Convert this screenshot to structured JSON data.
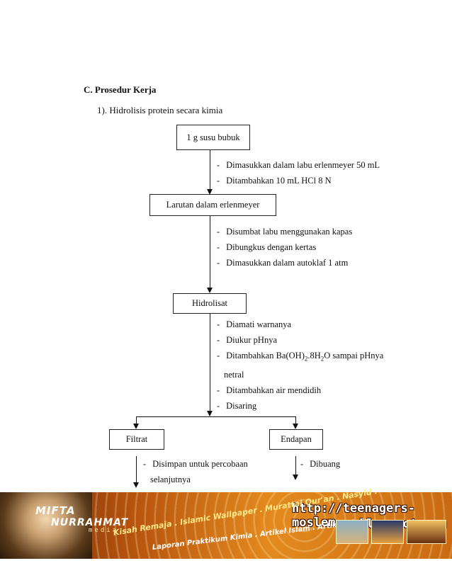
{
  "section": {
    "heading": "C.  Prosedur Kerja",
    "subheading": "1). Hidrolisis protein secara kimia"
  },
  "flow": {
    "box1": "1 g susu bubuk",
    "steps1": [
      "Dimasukkan dalam labu erlenmeyer 50 mL",
      "Ditambahkan  10 mL HCl 8 N"
    ],
    "box2": "Larutan dalam erlenmeyer",
    "steps2": [
      "Disumbat labu menggunakan kapas",
      "Dibungkus dengan kertas",
      "Dimasukkan dalam autoklaf 1 atm"
    ],
    "box3": "Hidrolisat",
    "steps3": {
      "s1": "Diamati warnanya",
      "s2": "Diukur pHnya",
      "s3_pre": "Ditambahkan Ba(OH)",
      "s3_sub1": "2",
      "s3_mid": ".8H",
      "s3_sub2": "2",
      "s3_post": "O sampai pHnya",
      "s3_cont": "netral",
      "s4": "Ditambahkan air mendidih",
      "s5": "Disaring"
    },
    "box4": "Filtrat",
    "box5": "Endapan",
    "filtrat_steps": [
      "Disimpan untuk percobaan",
      "selanjutnya"
    ],
    "endapan_steps": [
      "Dibuang"
    ],
    "dash": "-"
  },
  "banner": {
    "brand_line1": "MIFTA",
    "brand_line2": "NURRAHMAT",
    "brand_line3": "media",
    "url_line1": "http://teenagers-moslem",
    "url_line2": ".blogspot.com",
    "tagline1": "Kisah Remaja . Islamic Wallpaper . Murattal Qur'an . Nasyid .",
    "tagline2": "Laporan Praktikum Kimia . Artikel Islam . Artikel Kimia ."
  }
}
